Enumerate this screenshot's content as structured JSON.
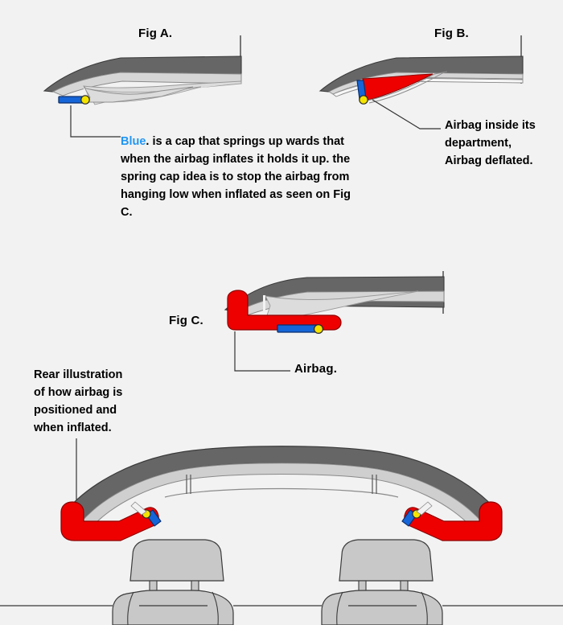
{
  "page": {
    "title": "Airbag spring-cap concept illustration",
    "background_color": "#f2f2f2"
  },
  "colors": {
    "roof_dark": "#666666",
    "roof_dark_edge": "#555555",
    "headliner_light": "#d0d0d0",
    "headliner_lighter": "#dcdcdc",
    "airbag_red": "#ee0000",
    "cap_blue": "#1565d8",
    "pivot_yellow": "#f5e400",
    "seat_gray": "#c8c8c8",
    "outline": "#333333",
    "text_black": "#000000",
    "blue_word": "#2196f3"
  },
  "figures": {
    "fig_a": {
      "label": "Fig A.",
      "description": "Roof rail cross-section with blue spring cap in stowed horizontal position"
    },
    "fig_b": {
      "label": "Fig B.",
      "description": "Roof rail cross-section with red deflated airbag inside compartment and blue cap vertical"
    },
    "fig_c": {
      "label": "Fig C.",
      "description": "Roof rail cross-section with red airbag inflated into a hook shape held up by the cap"
    },
    "rear": {
      "description": "Rear view of cabin roof arch with two inflated red airbags and two seats"
    }
  },
  "callouts": {
    "airbag_fig_c": "Airbag.",
    "fig_b_note_lines": [
      "Airbag inside its",
      "department,",
      "Airbag deflated."
    ],
    "rear_note_lines": [
      "Rear illustration",
      "of how airbag is",
      "positioned and",
      "when inflated."
    ],
    "blue_note": {
      "highlight_word": "Blue",
      "rest": ". is a cap that springs up wards that when the airbag inflates it holds it up. the spring cap idea is to stop the airbag from hanging low when inflated as seen on Fig C."
    }
  }
}
